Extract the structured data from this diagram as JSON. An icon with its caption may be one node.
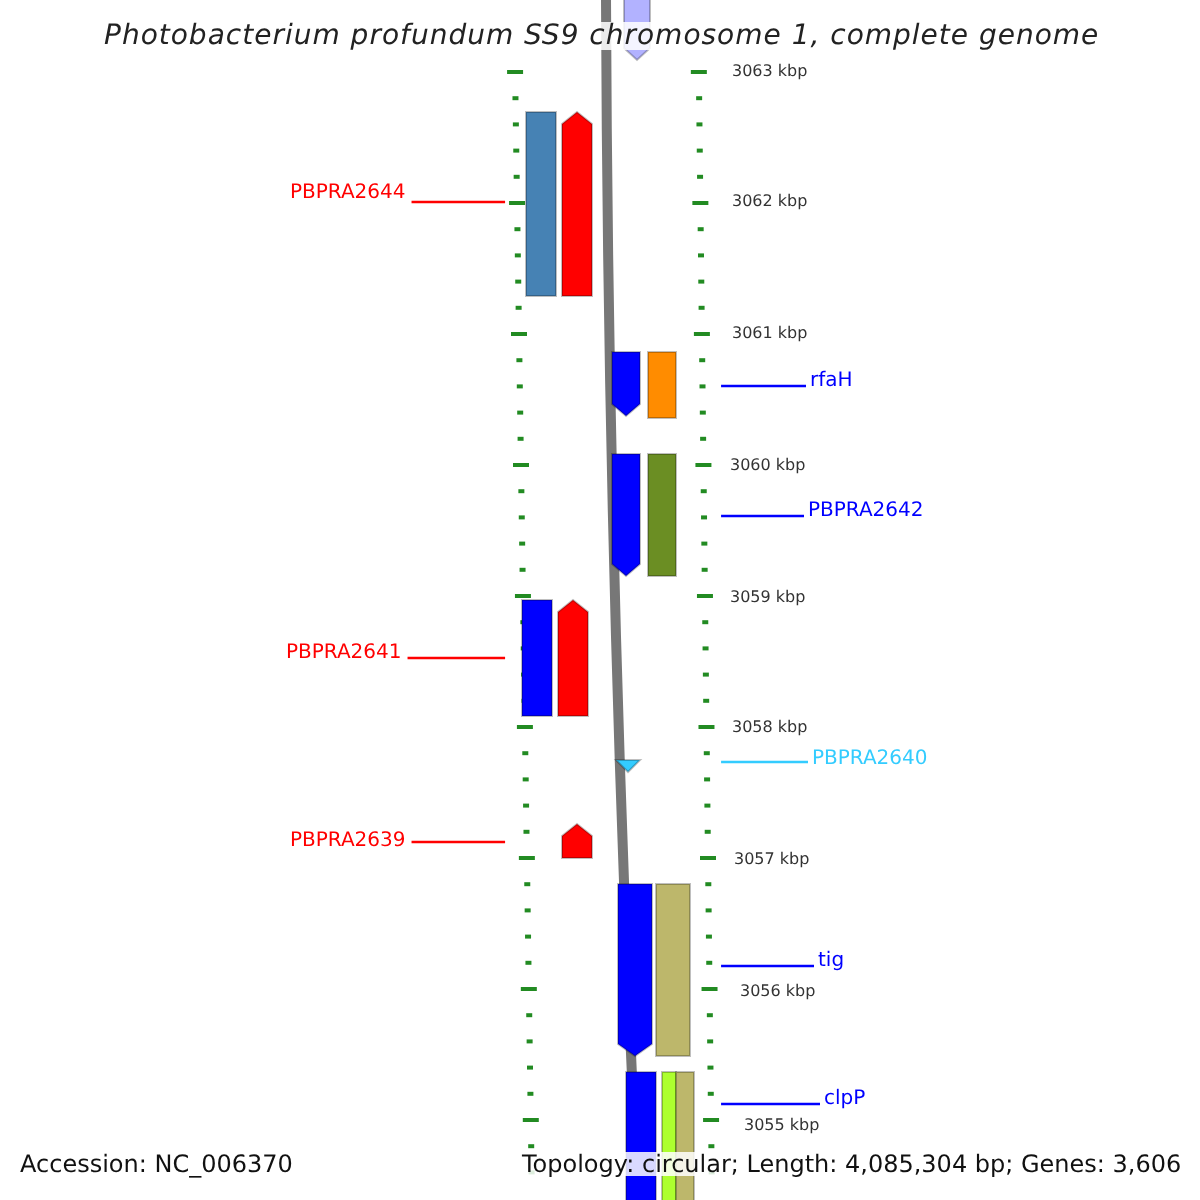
{
  "diagram": {
    "title": "Photobacterium profundum SS9 chromosome 1, complete genome",
    "nodes": [
      {
        "text": [
          "PBPRA2644"
        ]
      },
      {
        "text": [
          "rfaH"
        ]
      },
      {
        "text": [
          "PBPRA2642"
        ]
      },
      {
        "text": [
          "PBPRA2641"
        ]
      },
      {
        "text": [
          "PBPRA2640"
        ]
      },
      {
        "text": [
          "PBPRA2639"
        ]
      },
      {
        "text": [
          "tig"
        ]
      },
      {
        "text": [
          "clpP"
        ]
      },
      {
        "text": [],
        "shape": "picture"
      }
    ],
    "edges": [
      {
        "from": 0,
        "to": 8,
        "arrow": "none",
        "color": "#ff0000"
      },
      {
        "from": 1,
        "to": 8,
        "arrow": "none"
      },
      {
        "from": 2,
        "to": 8,
        "arrow": "none"
      },
      {
        "from": 3,
        "to": 8,
        "arrow": "none",
        "color": "#ff0000"
      },
      {
        "from": 4,
        "to": 8,
        "arrow": "none",
        "color": "#33ccff"
      },
      {
        "from": 5,
        "to": 8,
        "arrow": "none",
        "color": "#ff0000"
      },
      {
        "from": 6,
        "to": 8,
        "arrow": "none"
      },
      {
        "from": 7,
        "to": 8,
        "arrow": "none"
      }
    ],
    "labels": [
      "3063 kbp",
      "3062 kbp",
      "3061 kbp",
      "3060 kbp",
      "3059 kbp",
      "3058 kbp",
      "3057 kbp",
      "3056 kbp",
      "3055 kbp",
      "Accession: NC_006370",
      "Topology: circular; Length: 4,085,304 bp; Genes: 3,606"
    ]
  }
}
